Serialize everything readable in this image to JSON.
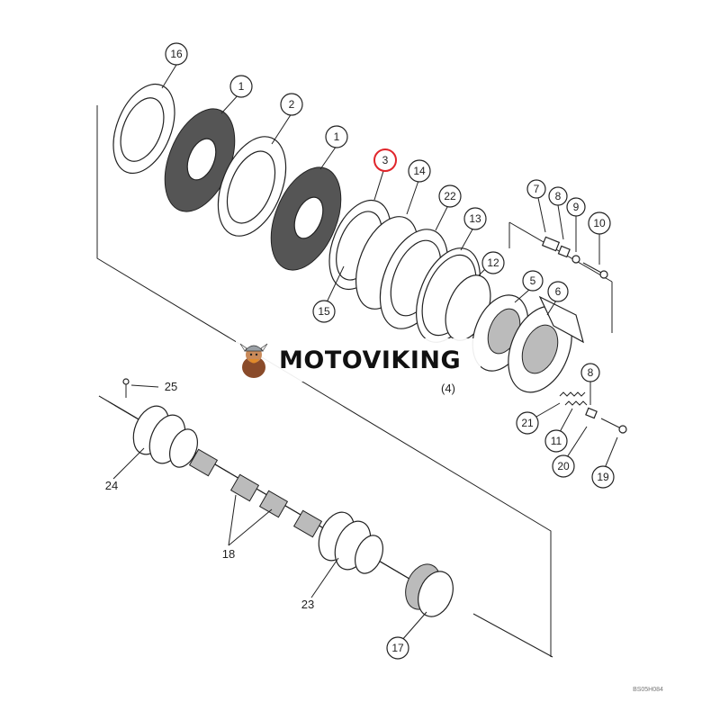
{
  "callouts": [
    {
      "text": "16"
    },
    {
      "text": "1"
    },
    {
      "text": "2"
    },
    {
      "text": "1"
    },
    {
      "text": "3",
      "highlight_color": "#e0252b"
    },
    {
      "text": "14"
    },
    {
      "text": "22"
    },
    {
      "text": "13"
    },
    {
      "text": "12"
    },
    {
      "text": "7"
    },
    {
      "text": "8"
    },
    {
      "text": "9"
    },
    {
      "text": "10"
    },
    {
      "text": "5"
    },
    {
      "text": "6"
    },
    {
      "text": "15"
    },
    {
      "text": "8"
    },
    {
      "text": "21"
    },
    {
      "text": "11"
    },
    {
      "text": "20"
    },
    {
      "text": "19"
    },
    {
      "text": "17"
    }
  ],
  "plain_labels": [
    {
      "text": "(4)"
    },
    {
      "text": "25"
    },
    {
      "text": "24"
    },
    {
      "text": "18"
    },
    {
      "text": "23"
    }
  ],
  "watermark": {
    "text": "MOTOVIKING",
    "logo_icon": "viking-mascot-icon"
  },
  "drawing_code": "BS05H084",
  "colors": {
    "line": "#222222",
    "highlight": "#e0252b",
    "background": "#ffffff"
  }
}
